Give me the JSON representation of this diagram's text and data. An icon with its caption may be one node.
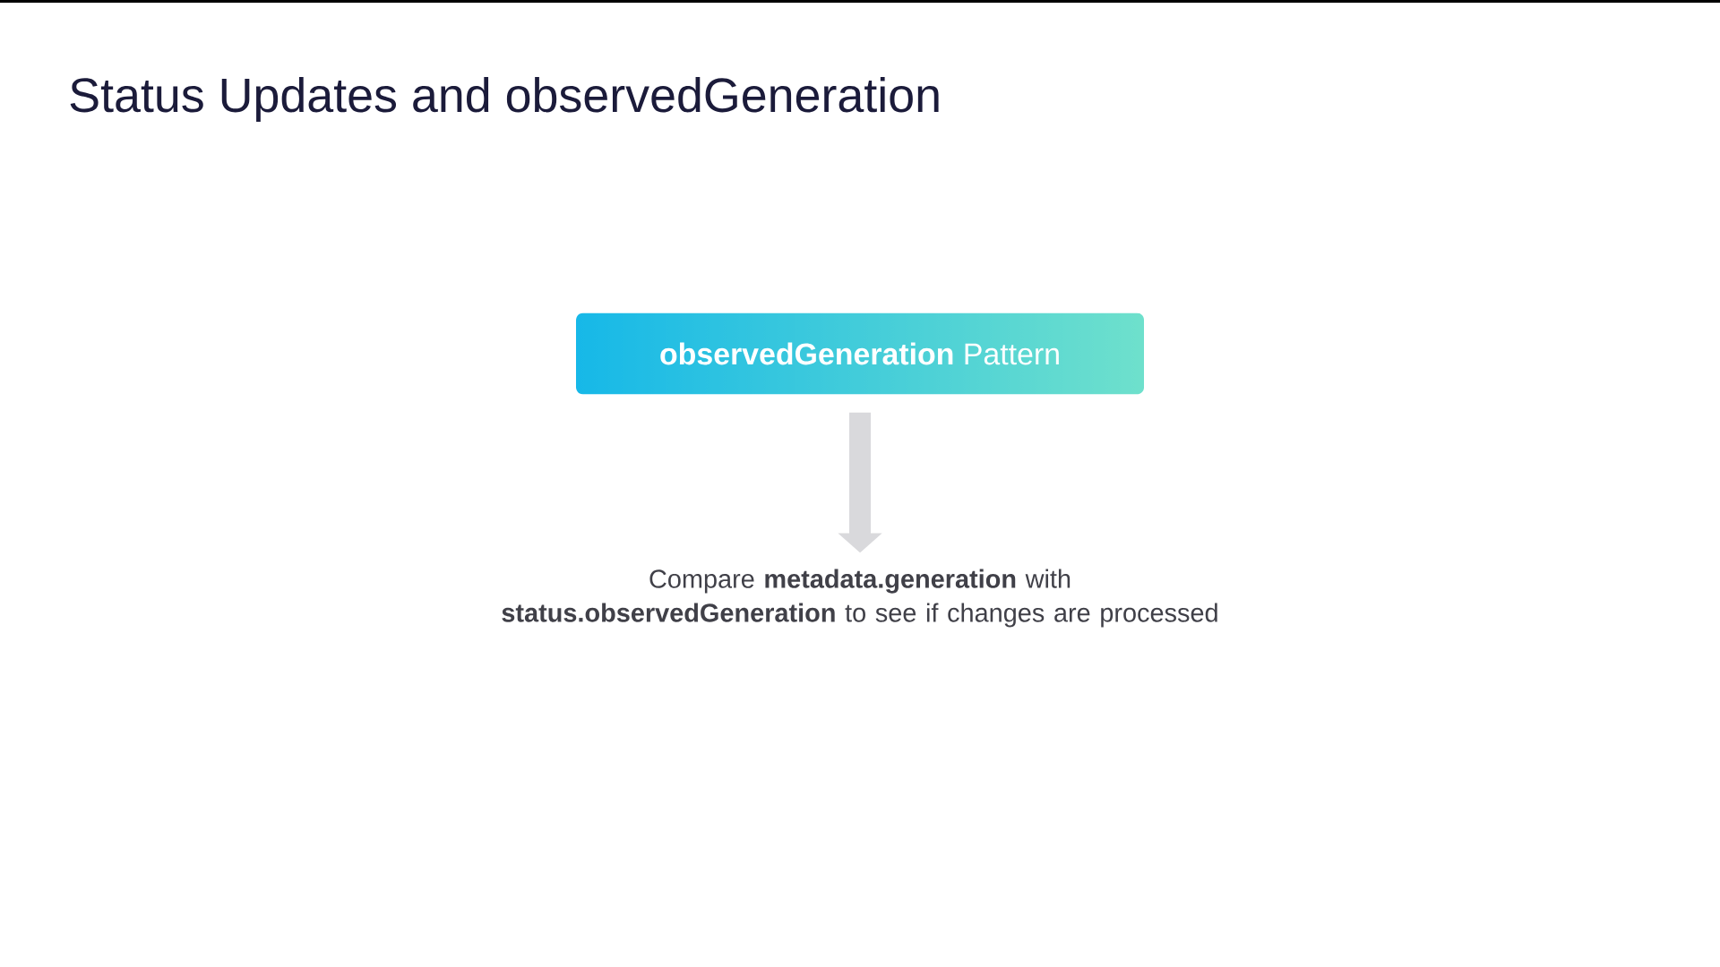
{
  "diagram": {
    "title": "Status Updates and observedGeneration",
    "nodes": [
      {
        "text": [
          "**observedGeneration** Pattern"
        ]
      },
      {
        "text": [
          "Compare **metadata.generation** with **status.observedGeneration** to see if changes are processed"
        ]
      }
    ],
    "edges": [
      {
        "from": 0,
        "to": 1,
        "arrow": "to"
      }
    ]
  }
}
